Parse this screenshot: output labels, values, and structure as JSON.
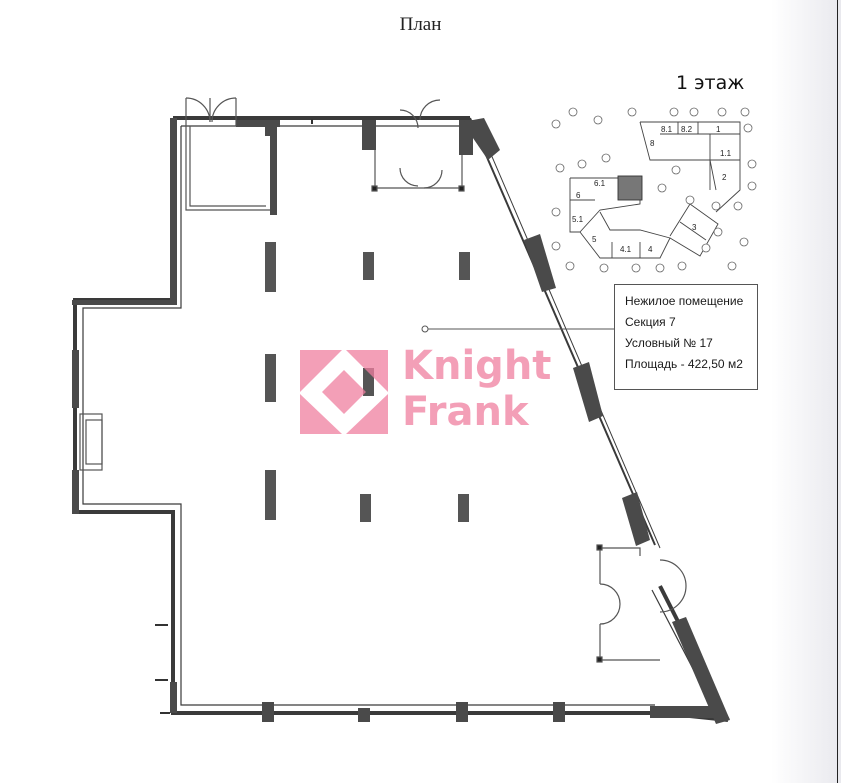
{
  "header": {
    "title": "План"
  },
  "floor_label": "1 этаж",
  "info": {
    "type": "Нежилое помещение",
    "section": "Секция 7",
    "number": "Условный № 17",
    "area": "Площадь - 422,50 м2"
  },
  "logo": {
    "line1": "Knight",
    "line2": "Frank",
    "color": "#f07fa0"
  },
  "key_plan": {
    "unit_labels": [
      "8.1",
      "8.2",
      "1",
      "8",
      "1.1",
      "2",
      "6.1",
      "6",
      "5.1",
      "5",
      "4.1",
      "4",
      "3"
    ]
  }
}
